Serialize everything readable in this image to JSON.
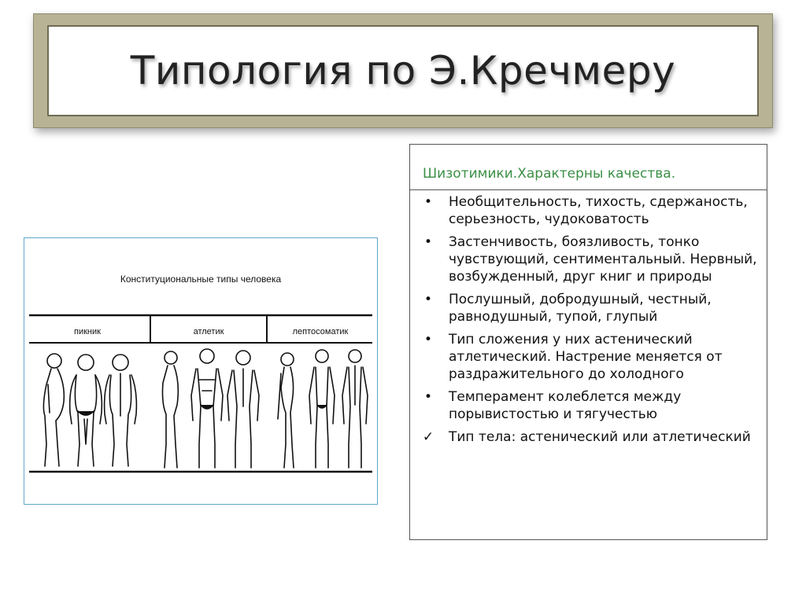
{
  "slide": {
    "title": "Типология по Э.Кречмеру"
  },
  "illustration": {
    "title": "Конституциональные типы человека",
    "types": [
      "пикник",
      "атлетик",
      "лептосоматик"
    ]
  },
  "panel": {
    "heading": "Шизотимики.Характерны качества.",
    "items": [
      {
        "marker": "•",
        "text": "Необщительность, тихость, сдержаность, серьезность, чудоковатость"
      },
      {
        "marker": "•",
        "text": "Застенчивость, боязливость, тонко чувствующий, сентиментальный. Нервный, возбужденный, друг книг и природы"
      },
      {
        "marker": "•",
        "text": "Послушный, добродушный, честный, равнодушный, тупой, глупый"
      },
      {
        "marker": "•",
        "text": "Тип сложения у них астенический атлетический. Настрение меняется от раздражительного до холодного"
      },
      {
        "marker": "•",
        "text": "Темперамент колеблется  между порывистостью и тягучестью"
      },
      {
        "marker": "✓",
        "text": "Тип тела: астенический или атлетический"
      }
    ]
  },
  "colors": {
    "heading_green": "#3c8f46",
    "frame_olive": "#b7b394",
    "illustration_border": "#5fa8c8"
  }
}
